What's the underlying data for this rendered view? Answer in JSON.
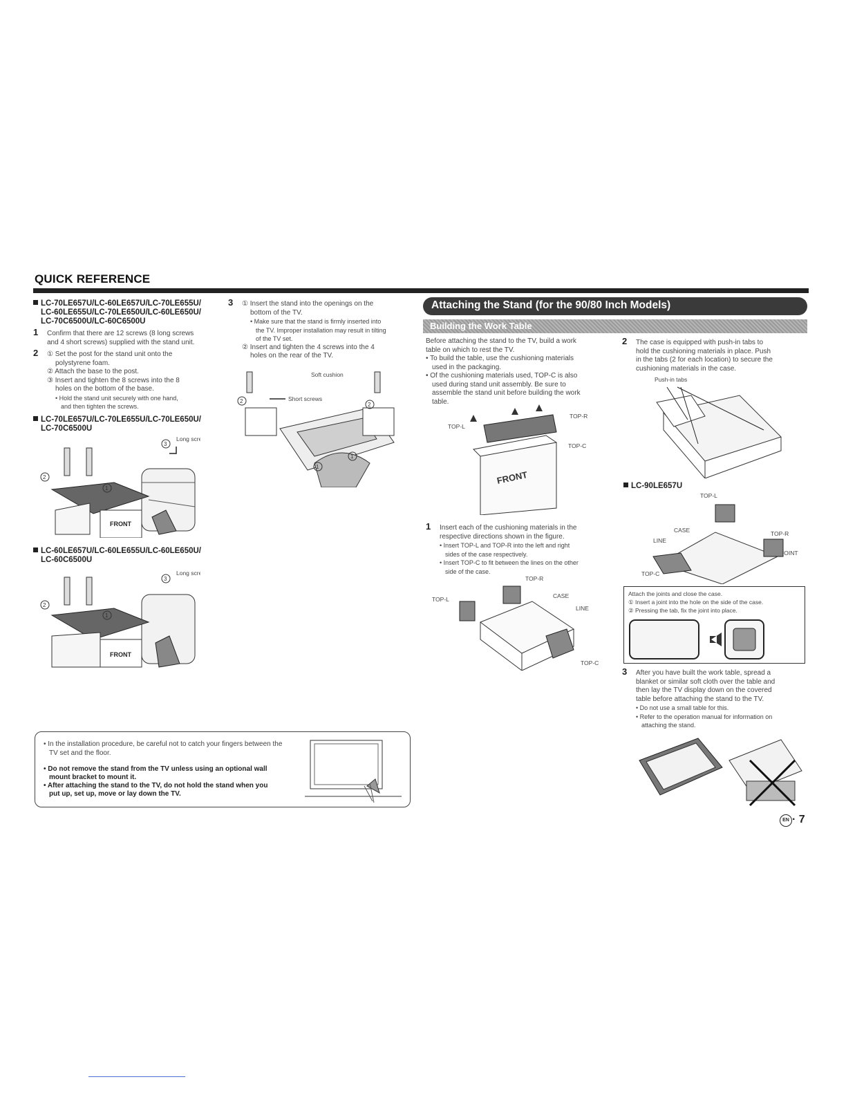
{
  "header": {
    "section_title": "QUICK REFERENCE"
  },
  "col1": {
    "group1": {
      "models_l1": "LC-70LE657U/LC-60LE657U/LC-70LE655U/",
      "models_l2": "LC-60LE655U/LC-70LE650U/LC-60LE650U/",
      "models_l3": "LC-70C6500U/LC-60C6500U",
      "step1_num": "1",
      "step1_l1": "Confirm that there are 12 screws (8 long screws",
      "step1_l2": "and 4 short screws) supplied with the stand unit.",
      "step2_num": "2",
      "step2_a_l1": "① Set the post for the stand unit onto the",
      "step2_a_l2": "polystyrene foam.",
      "step2_b": "② Attach the base to the post.",
      "step2_c_l1": "③ Insert and tighten the 8 screws into the 8",
      "step2_c_l2": "holes on the bottom of the base.",
      "step2_bullet_l1": "Hold the stand unit securely with one hand,",
      "step2_bullet_l2": "and then tighten the screws."
    },
    "group2": {
      "models_l1": "LC-70LE657U/LC-70LE655U/LC-70LE650U/",
      "models_l2": "LC-70C6500U",
      "long_screws": "Long screws",
      "front": "FRONT"
    },
    "group3": {
      "models_l1": "LC-60LE657U/LC-60LE655U/LC-60LE650U/",
      "models_l2": "LC-60C6500U",
      "long_screws": "Long screws",
      "front": "FRONT"
    }
  },
  "col2": {
    "step3_num": "3",
    "a_l1": "① Insert the stand into the openings on the",
    "a_l2": "bottom of the TV.",
    "bullet_l1": "Make sure that the stand is firmly inserted into",
    "bullet_l2": "the TV. Improper installation may result in tilting",
    "bullet_l3": "of the TV set.",
    "b_l1": "② Insert and tighten the 4 screws into the 4",
    "b_l2": "holes on the rear of the TV.",
    "soft_cushion": "Soft cushion",
    "short_screws": "Short screws"
  },
  "caution": {
    "l1": "In the installation procedure, be careful not to catch your fingers between the",
    "l2": "TV set and the floor.",
    "b1_l1": "Do not remove the stand from the TV unless using an optional wall",
    "b1_l2": "mount bracket to mount it.",
    "b2_l1": "After attaching the stand to the TV, do not hold the stand when you",
    "b2_l2": "put up, set up, move or lay down the TV."
  },
  "right": {
    "banner": "Attaching the Stand (for the 90/80 Inch Models)",
    "subbanner": "Building the Work Table",
    "intro_l1": "Before attaching the stand to the TV, build a work",
    "intro_l2": "table on which to rest the TV.",
    "intro_b1_l1": "To build the table, use the cushioning materials",
    "intro_b1_l2": "used in the packaging.",
    "intro_b2_l1": "Of the cushioning materials used, TOP-C is also",
    "intro_b2_l2": "used during stand unit assembly. Be sure to",
    "intro_b2_l3": "assemble the stand unit before building the work",
    "intro_b2_l4": "table.",
    "fig_top_l": "TOP-L",
    "fig_top_r": "TOP-R",
    "fig_top_c": "TOP-C",
    "fig_front": "FRONT",
    "step1_num": "1",
    "step1_l1": "Insert each of the cushioning materials in the",
    "step1_l2": "respective directions shown in the figure.",
    "step1_b1_l1": "Insert TOP-L and TOP-R into the left and right",
    "step1_b1_l2": "sides of the case respectively.",
    "step1_b2_l1": "Insert TOP-C to fit between the lines on the other",
    "step1_b2_l2": "side of the case.",
    "fig2_case": "CASE",
    "fig2_line": "LINE",
    "step2_num": "2",
    "step2_l1": "The case is equipped with push-in tabs to",
    "step2_l2": "hold the cushioning materials in place. Push",
    "step2_l3": "in the tabs (2 for each location) to secure the",
    "step2_l4": "cushioning materials in the case.",
    "push_in_tabs": "Push-in tabs",
    "model_90": "LC-90LE657U",
    "joint": "JOINT",
    "joints_box_l1": "Attach the joints and close the case.",
    "joints_box_l2": "① Insert a joint into the hole on the side of the case.",
    "joints_box_l3": "② Pressing the tab, fix the joint into place.",
    "step3_num": "3",
    "step3_l1": "After you have built the work table, spread a",
    "step3_l2": "blanket or similar soft cloth over the table and",
    "step3_l3": "then lay the TV display down on the covered",
    "step3_l4": "table before attaching the stand to the TV.",
    "step3_b1": "Do not use a small table for this.",
    "step3_b2_l1": "Refer to the operation manual for information on",
    "step3_b2_l2": "attaching the stand."
  },
  "footer": {
    "page_lang": "EN",
    "page_number": "· 7"
  }
}
